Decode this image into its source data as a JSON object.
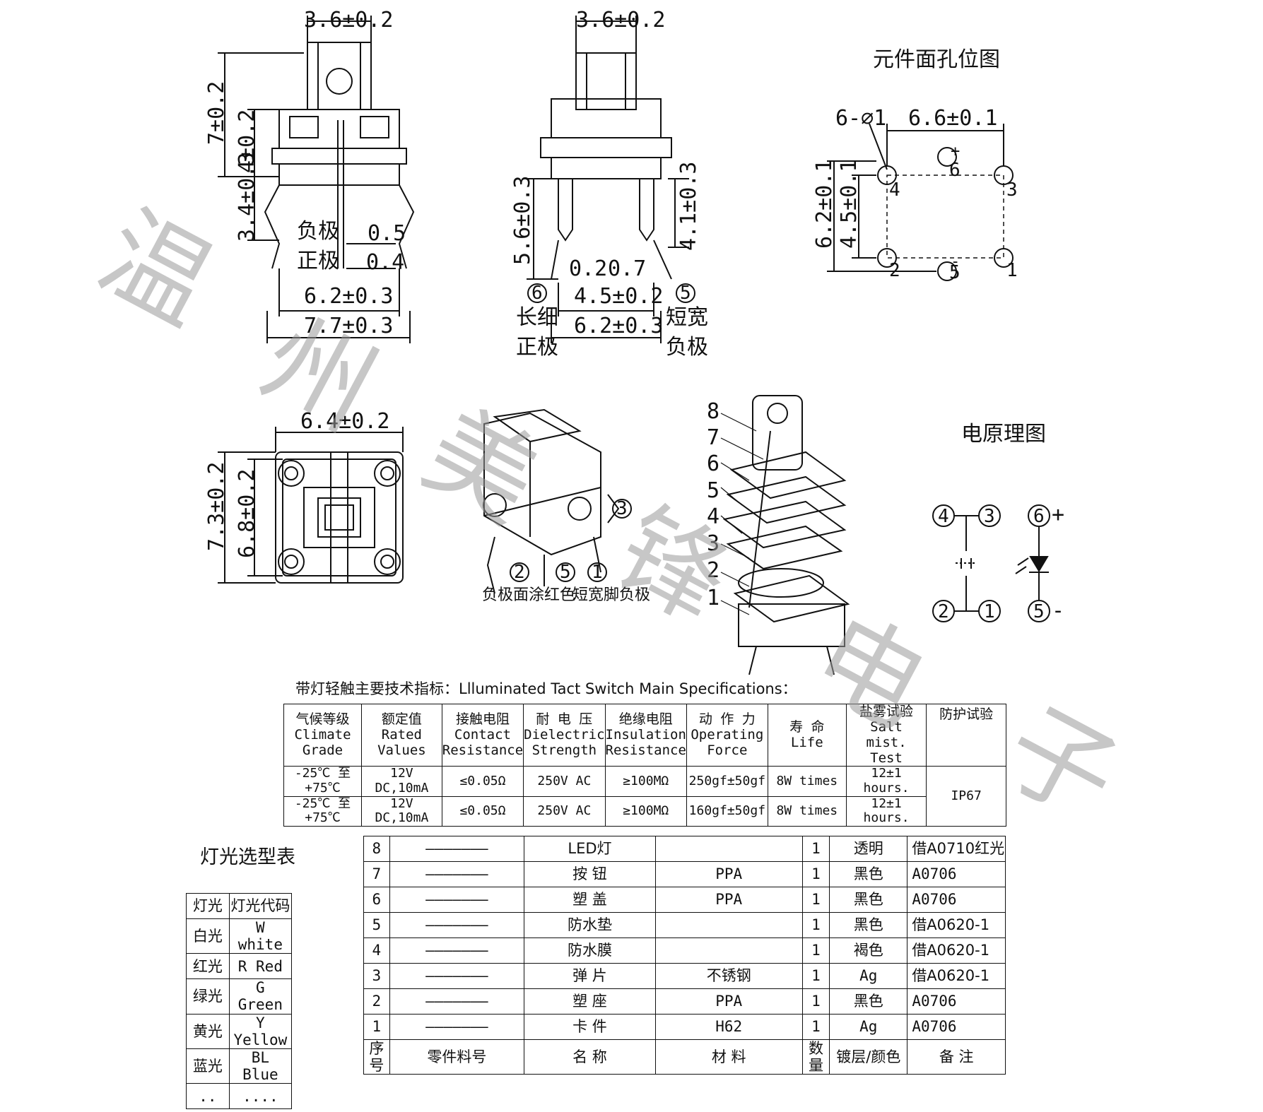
{
  "front_view": {
    "dim_top": "3.6±0.2",
    "dim_height": "7±0.2",
    "dim_body": "4±0.2",
    "dim_lower": "3.4±0.3",
    "label_neg": "负极",
    "label_pos": "正极",
    "dim_neg_pin": "0.5",
    "dim_pos_pin": "0.4",
    "dim_inner_width": "6.2±0.3",
    "dim_outer_width": "7.7±0.3"
  },
  "side_view": {
    "dim_top": "3.6±0.2",
    "dim_left_pin": "5.6±0.3",
    "dim_right_pin": "4.1±0.3",
    "dim_pin_a": "0.2",
    "dim_pin_b": "0.7",
    "dim_pin_pitch": "4.5±0.2",
    "dim_width": "6.2±0.3",
    "pin6_num": "6",
    "pin5_num": "5",
    "pin6_desc1": "长细",
    "pin6_desc2": "正极",
    "pin5_desc1": "短宽",
    "pin5_desc2": "负极"
  },
  "hole_layout": {
    "title": "元件面孔位图",
    "dim_hole": "6-⌀1",
    "dim_width": "6.6±0.1",
    "dim_height": "6.2±0.1",
    "dim_inner_height": "4.5±0.1",
    "pins": [
      "1",
      "2",
      "3",
      "4",
      "5",
      "6"
    ],
    "plus": "+",
    "minus": "-"
  },
  "top_view": {
    "dim_width": "6.4±0.2",
    "dim_height": "7.3±0.2",
    "dim_inner": "6.8±0.2"
  },
  "iso_view": {
    "callouts": [
      "1",
      "2",
      "3",
      "5"
    ],
    "note_left": "负极面涂红色",
    "note_right": "短宽脚负极"
  },
  "exploded_view": {
    "callouts": [
      "1",
      "2",
      "3",
      "4",
      "5",
      "6",
      "7",
      "8"
    ]
  },
  "schematic": {
    "title": "电原理图",
    "nodes": [
      "1",
      "2",
      "3",
      "4",
      "5",
      "6"
    ],
    "plus": "+",
    "minus": "-"
  },
  "specs": {
    "title": "带灯轻触主要技术指标：Llluminated Tact Switch Main Specifications：",
    "headers": [
      [
        "气候等级",
        "Climate",
        "Grade"
      ],
      [
        "额定值",
        "Rated",
        "Values"
      ],
      [
        "接触电阻",
        "Contact",
        "Resistance"
      ],
      [
        "耐 电 压",
        "Dielectric",
        "Strength"
      ],
      [
        "绝缘电阻",
        "Insulation",
        "Resistance"
      ],
      [
        "动 作 力",
        "Operating",
        "Force"
      ],
      [
        "寿   命",
        "",
        "Life"
      ],
      [
        "盐雾试验",
        "Salt mist.",
        "Test"
      ],
      [
        "防护试验",
        "",
        ""
      ]
    ],
    "rows": [
      [
        "-25℃ 至 +75℃",
        "12V DC,10mA",
        "≤0.05Ω",
        "250V AC",
        "≥100MΩ",
        "250gf±50gf",
        "8W times",
        "12±1 hours."
      ],
      [
        "-25℃ 至 +75℃",
        "12V DC,10mA",
        "≤0.05Ω",
        "250V AC",
        "≥100MΩ",
        "160gf±50gf",
        "8W times",
        "12±1 hours."
      ]
    ],
    "protection": "IP67"
  },
  "light_table": {
    "title": "灯光选型表",
    "header": [
      "灯光",
      "灯光代码"
    ],
    "rows": [
      [
        "白光",
        "W white"
      ],
      [
        "红光",
        "R Red"
      ],
      [
        "绿光",
        "G Green"
      ],
      [
        "黄光",
        "Y Yellow"
      ],
      [
        "蓝光",
        "BL Blue"
      ],
      [
        "..",
        "...."
      ]
    ]
  },
  "parts_table": {
    "rows": [
      [
        "8",
        "———————",
        "LED灯",
        "",
        "1",
        "透明",
        "借A0710红光"
      ],
      [
        "7",
        "———————",
        "按  钮",
        "PPA",
        "1",
        "黑色",
        "A0706"
      ],
      [
        "6",
        "———————",
        "塑  盖",
        "PPA",
        "1",
        "黑色",
        "A0706"
      ],
      [
        "5",
        "———————",
        "防水垫",
        "",
        "1",
        "黑色",
        "借A0620-1"
      ],
      [
        "4",
        "———————",
        "防水膜",
        "",
        "1",
        "褐色",
        "借A0620-1"
      ],
      [
        "3",
        "———————",
        "弹  片",
        "不锈钢",
        "1",
        "Ag",
        "借A0620-1"
      ],
      [
        "2",
        "———————",
        "塑  座",
        "PPA",
        "1",
        "黑色",
        "A0706"
      ],
      [
        "1",
        "———————",
        "卡  件",
        "H62",
        "1",
        "Ag",
        "A0706"
      ]
    ],
    "footer": [
      "序号",
      "零件料号",
      "名  称",
      "材  料",
      "数量",
      "镀层/颜色",
      "备  注"
    ]
  },
  "watermark": [
    "温",
    "州",
    "美",
    "锋",
    "电",
    "子"
  ]
}
